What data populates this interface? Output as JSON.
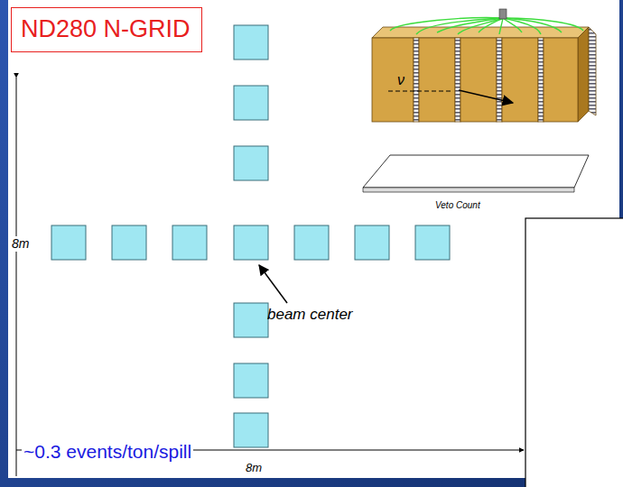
{
  "diagram": {
    "nodes": [
      {
        "text": [
          "ND280 N-GRID"
        ]
      }
    ],
    "labels": [
      "ν",
      "Veto Count",
      "8m",
      "beam center",
      "~0.3 events/ton/spill",
      "8m"
    ]
  }
}
